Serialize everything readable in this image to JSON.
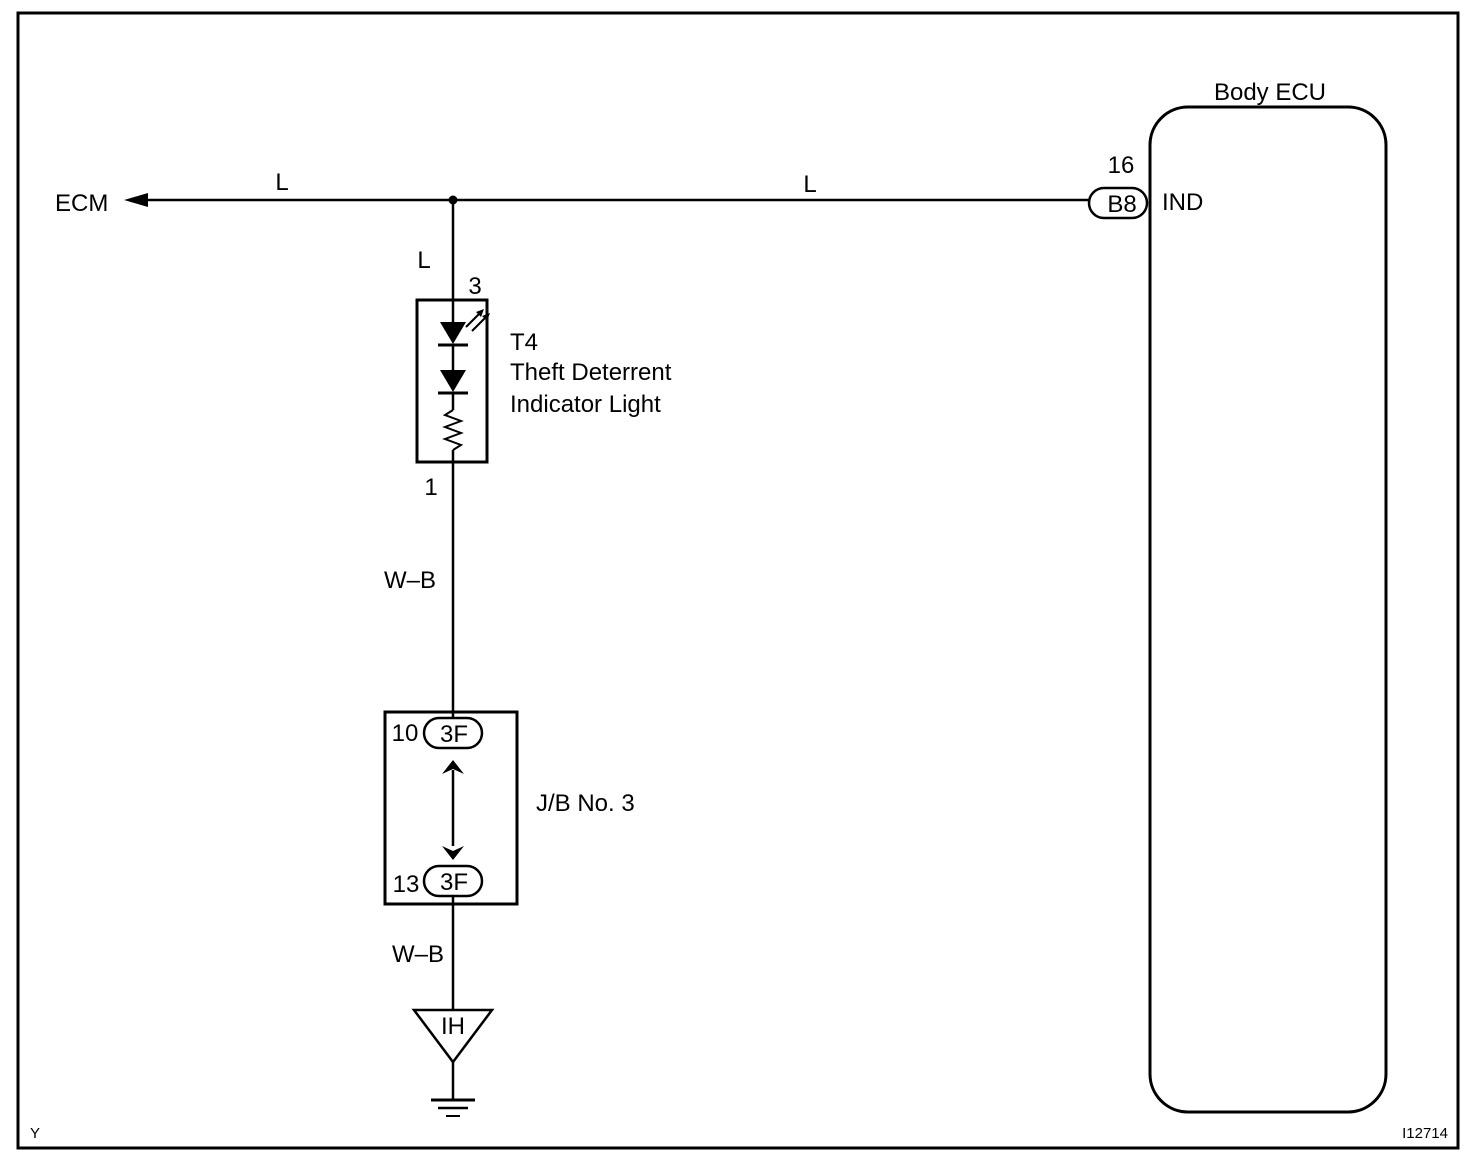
{
  "diagram": {
    "corner_left": "Y",
    "figure_id": "I12714",
    "ecm_label": "ECM",
    "ecu": {
      "title": "Body ECU",
      "pin_number": "16",
      "connector": "B8",
      "terminal": "IND"
    },
    "wire_colors": {
      "ecm_branch": "L",
      "ecu_branch": "L",
      "to_light": "L",
      "light_to_jb": "W–B",
      "jb_to_ground": "W–B"
    },
    "indicator": {
      "pin_top": "3",
      "pin_bottom": "1",
      "code": "T4",
      "name_line1": "Theft Deterrent",
      "name_line2": "Indicator Light"
    },
    "junction_block": {
      "name": "J/B No. 3",
      "top_pin": "10",
      "top_connector": "3F",
      "bottom_pin": "13",
      "bottom_connector": "3F"
    },
    "ground": {
      "code": "IH"
    }
  }
}
